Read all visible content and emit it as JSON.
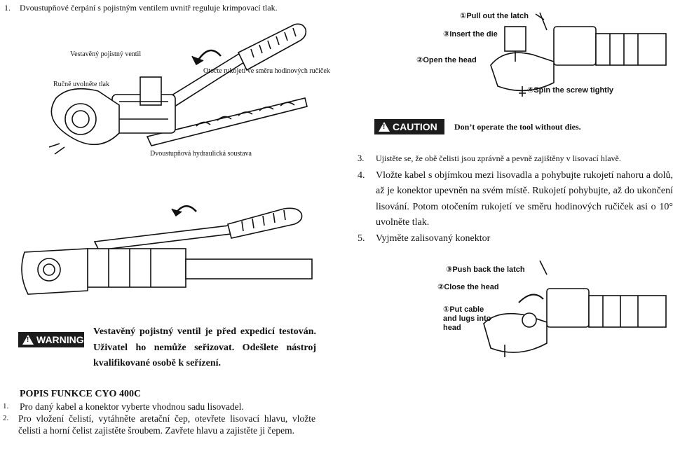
{
  "heading_item": {
    "number": "1.",
    "text": "Dvoustupňové čerpání s pojistným ventilem uvnitř reguluje krimpovací tlak."
  },
  "figure_top_left": {
    "labels": {
      "safety_valve": "Vestavěný pojistný ventil",
      "rotate_handle": "Otočte rukojetí ve směru hodinových ručiček",
      "release_pressure": "Ručně uvolněte tlak",
      "hydraulic_system": "Dvoustupňová hydraulická soustava"
    }
  },
  "figure_top_right": {
    "steps": {
      "step1": "①Pull out the latch",
      "step3": "③Insert the die",
      "step2": "②Open the head",
      "step4": "④Spin the screw tightly"
    }
  },
  "caution": {
    "badge": "CAUTION",
    "text": "Don’t operate the tool without dies."
  },
  "steps_list": [
    {
      "number": "3.",
      "text": "Ujistěte se, že obě čelisti jsou zprávně a pevně zajištěny v lisovací hlavě."
    },
    {
      "number": "4.",
      "text": "Vložte kabel s objímkou mezi lisovadla a pohybujte rukojetí nahoru a dolů, až je konektor upevněn na svém místě. Rukojetí pohybujte, až do ukončení lisování. Potom otočením rukojetí ve směru hodinových ručiček asi o 10° uvolněte tlak."
    },
    {
      "number": "5.",
      "text": "Vyjměte zalisovaný konektor"
    }
  ],
  "figure_bottom_right": {
    "steps": {
      "step3": "③Push back the latch",
      "step2": "②Close the head",
      "step1": "①Put cable and lugs into head"
    }
  },
  "warning": {
    "badge": "WARNING",
    "text": "Vestavěný pojistný ventil je před expedicí testován. Uživatel ho nemůže seřizovat. Odešlete nástroj kvalifikované osobě k seřízení."
  },
  "function_section": {
    "title": "POPIS FUNKCE CYO 400C",
    "items": [
      {
        "number": "1.",
        "text": "Pro daný kabel a konektor vyberte vhodnou sadu lisovadel."
      },
      {
        "number": "2.",
        "text": "Pro vložení čelistí, vytáhněte aretační čep, otevřete lisovací hlavu, vložte čelisti a horní čelist zajistěte šroubem. Zavřete hlavu a zajistěte ji čepem."
      }
    ]
  }
}
